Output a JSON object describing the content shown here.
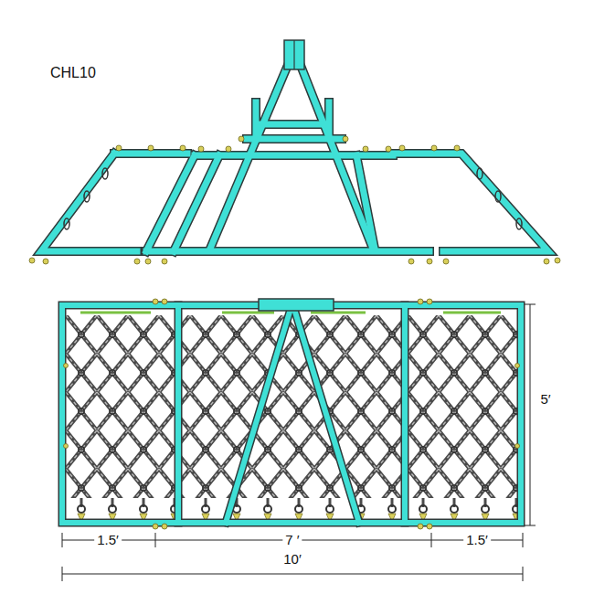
{
  "diagram": {
    "title": "CHL10",
    "labels": [
      "5′",
      "1.5′",
      "7 ′",
      "1.5′",
      "10′"
    ]
  }
}
